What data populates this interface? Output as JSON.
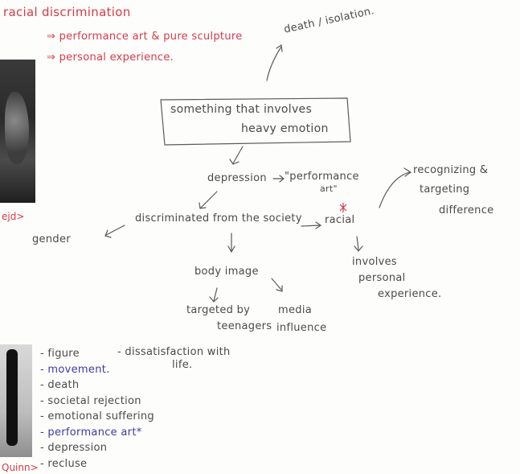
{
  "notes_top": {
    "title": "racial discrimination",
    "item1": "⇒ performance art & pure sculpture",
    "item2": "⇒ personal experience."
  },
  "captions": {
    "top_photo": "ejd>",
    "bottom_photo": "Quinn>"
  },
  "mindmap": {
    "death": "death / isolation.",
    "center_line1": "something that involves",
    "center_line2": "heavy emotion",
    "depression": "depression",
    "performance_line1": "\"performance",
    "performance_line2": "art\"",
    "discriminated": "discriminated from the society",
    "gender": "gender",
    "racial": "racial",
    "recognizing_line1": "recognizing &",
    "recognizing_line2": "targeting",
    "recognizing_line3": "difference",
    "involves_line1": "involves",
    "involves_line2": "personal",
    "involves_line3": "experience.",
    "body_image": "body image",
    "targeted_line1": "targeted by",
    "targeted_line2": "teenagers",
    "media_line1": "media",
    "media_line2": "influence"
  },
  "bottom_list": {
    "items": [
      {
        "text": "- figure",
        "color": "#4a4a4a"
      },
      {
        "text": "- movement.",
        "color": "#3b3aa8"
      },
      {
        "text": "- death",
        "color": "#4a4a4a"
      },
      {
        "text": "- societal rejection",
        "color": "#4a4a4a"
      },
      {
        "text": "- emotional suffering",
        "color": "#4a4a4a"
      },
      {
        "text": "- performance art*",
        "color": "#3b3aa8"
      },
      {
        "text": "- depression",
        "color": "#4a4a4a"
      },
      {
        "text": "- recluse",
        "color": "#4a4a4a"
      }
    ],
    "side_note_line1": "- dissatisfaction with",
    "side_note_line2": "life."
  }
}
